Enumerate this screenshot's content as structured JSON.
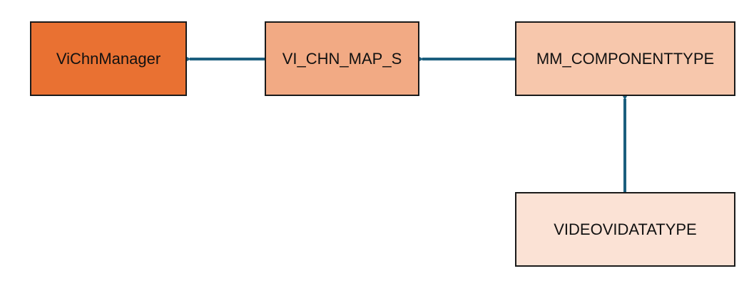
{
  "nodes": {
    "vichnmanager": {
      "label": "ViChnManager",
      "fill": "#E97132"
    },
    "vi_chn_map_s": {
      "label": "VI_CHN_MAP_S",
      "fill": "#F2AA84"
    },
    "mm_componenttype": {
      "label": "MM_COMPONENTTYPE",
      "fill": "#F7C7AC"
    },
    "videovidatatype": {
      "label": "VIDEOVIDATATYPE",
      "fill": "#FBE2D5"
    }
  },
  "edges": [
    {
      "from": "VI_CHN_MAP_S",
      "to": "ViChnManager"
    },
    {
      "from": "MM_COMPONENTTYPE",
      "to": "VI_CHN_MAP_S"
    },
    {
      "from": "VIDEOVIDATATYPE",
      "to": "MM_COMPONENTTYPE"
    }
  ],
  "colors": {
    "arrow": "#1B5E7E",
    "border": "#1A1A1A"
  }
}
